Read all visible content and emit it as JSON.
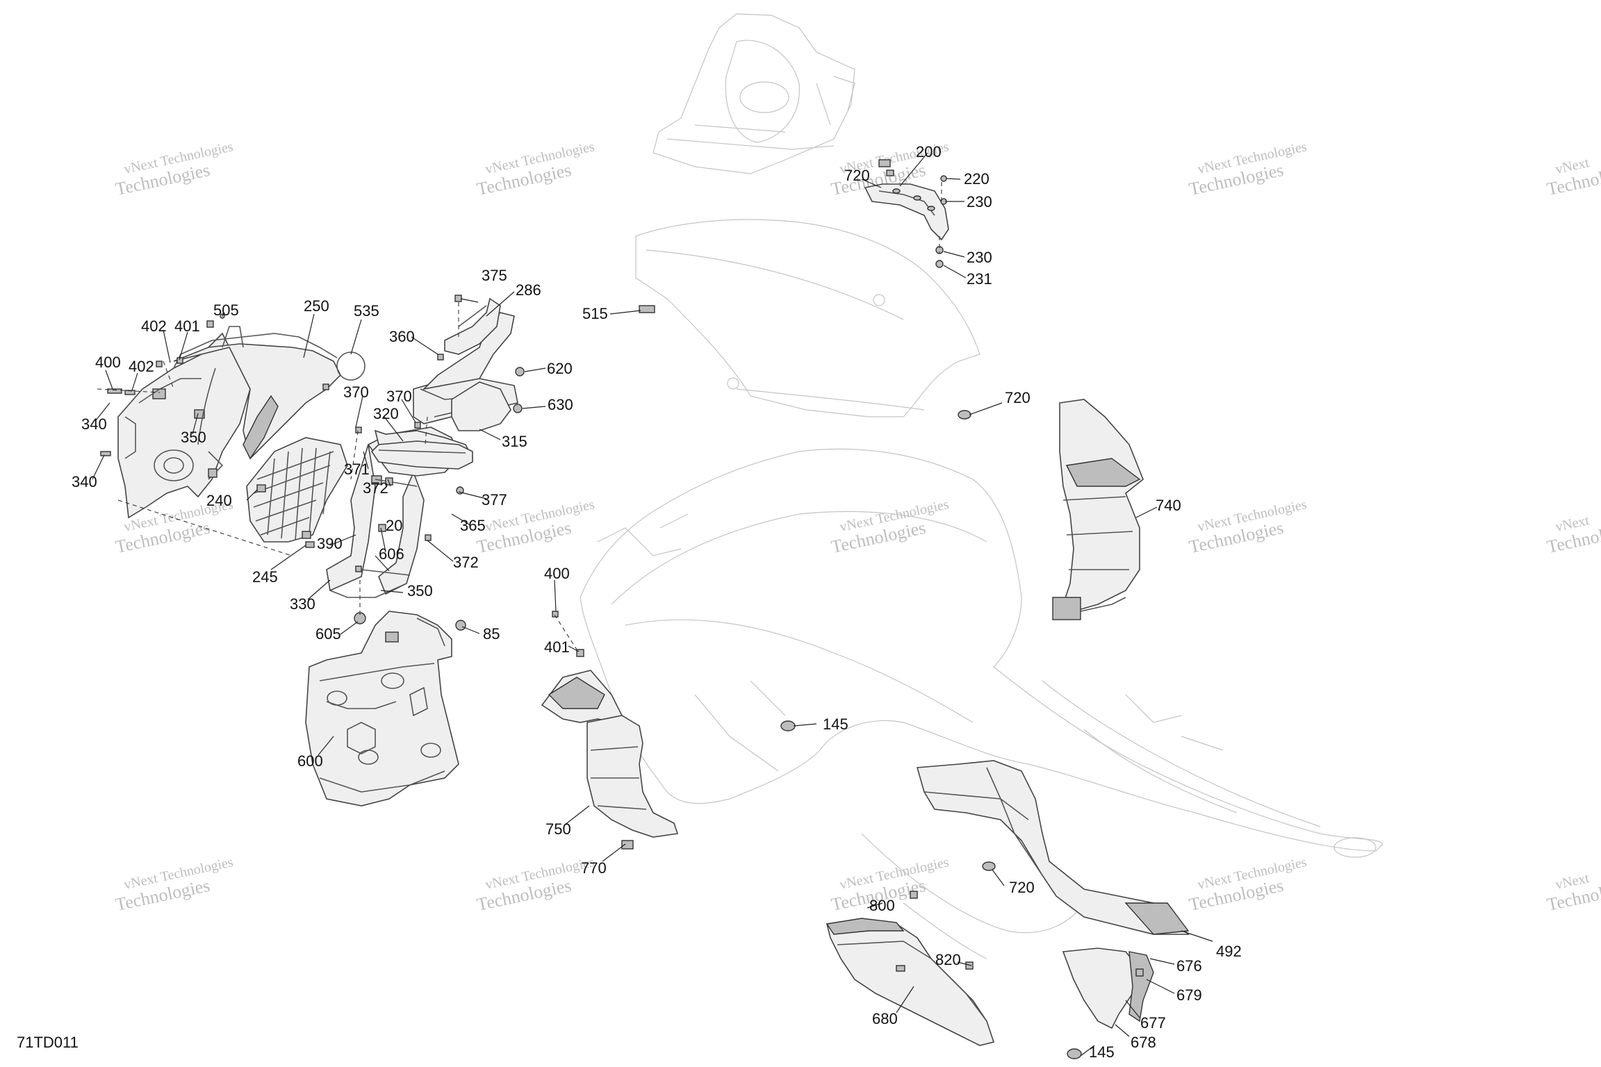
{
  "drawing_ref": "71TD011",
  "watermark": {
    "line1": "vNext Technologies",
    "line2": "Technologies",
    "prefix": "vNext"
  },
  "callouts": [
    "505",
    "250",
    "535",
    "402",
    "401",
    "400",
    "402",
    "340",
    "350",
    "340",
    "240",
    "245",
    "390",
    "20",
    "606",
    "330",
    "350",
    "605",
    "85",
    "600",
    "375",
    "286",
    "360",
    "620",
    "630",
    "370",
    "370",
    "320",
    "315",
    "371",
    "372",
    "377",
    "365",
    "372",
    "200",
    "720",
    "220",
    "230",
    "230",
    "231",
    "515",
    "720",
    "740",
    "400",
    "401",
    "145",
    "750",
    "770",
    "720",
    "492",
    "800",
    "820",
    "676",
    "679",
    "677",
    "680",
    "678",
    "145"
  ]
}
